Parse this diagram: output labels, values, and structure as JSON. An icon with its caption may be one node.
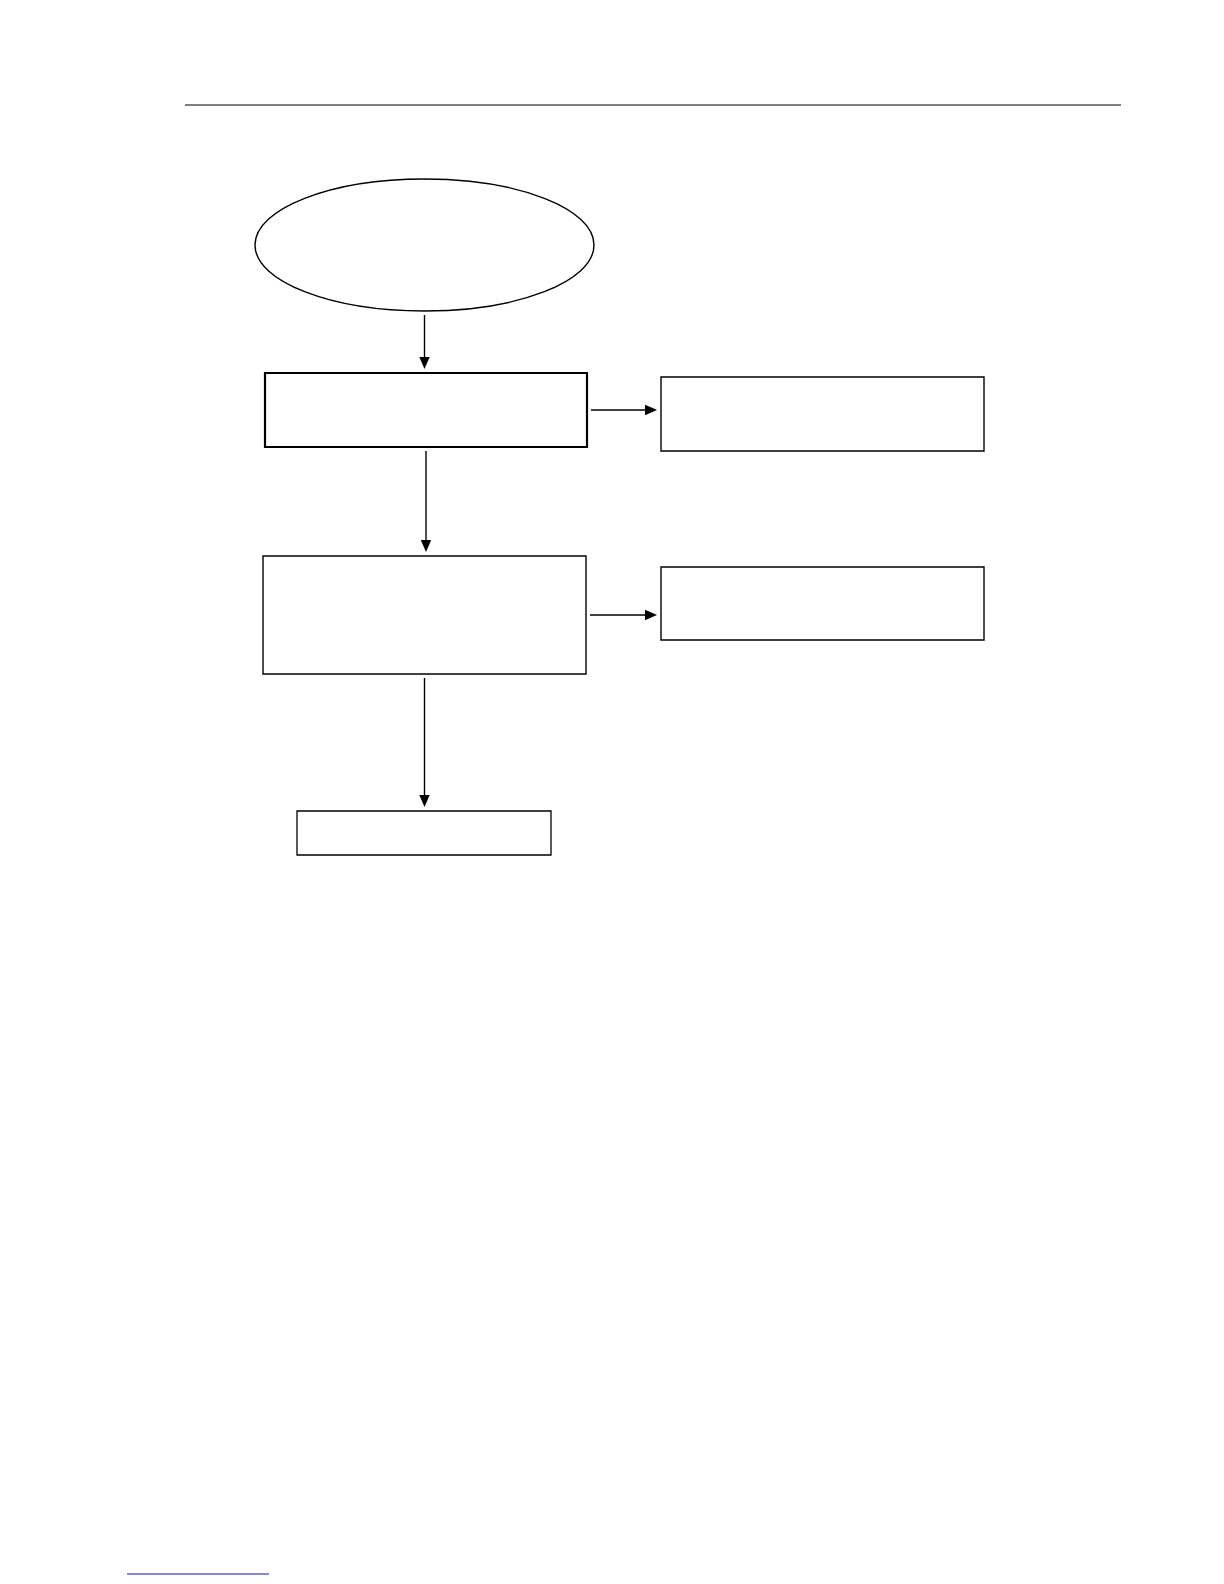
{
  "diagram": {
    "nodes": [
      {
        "text": [],
        "shape": "ellipse"
      },
      {
        "text": [],
        "shape": "box"
      },
      {
        "text": [],
        "shape": "box"
      },
      {
        "text": [],
        "shape": "box"
      },
      {
        "text": [],
        "shape": "box"
      },
      {
        "text": [],
        "shape": "box"
      }
    ],
    "edges": [
      {
        "from": 0,
        "to": 1,
        "arrow": "to"
      },
      {
        "from": 1,
        "to": 2,
        "arrow": "to"
      },
      {
        "from": 1,
        "to": 3,
        "arrow": "to"
      },
      {
        "from": 3,
        "to": 4,
        "arrow": "to"
      },
      {
        "from": 3,
        "to": 5,
        "arrow": "to"
      }
    ]
  }
}
